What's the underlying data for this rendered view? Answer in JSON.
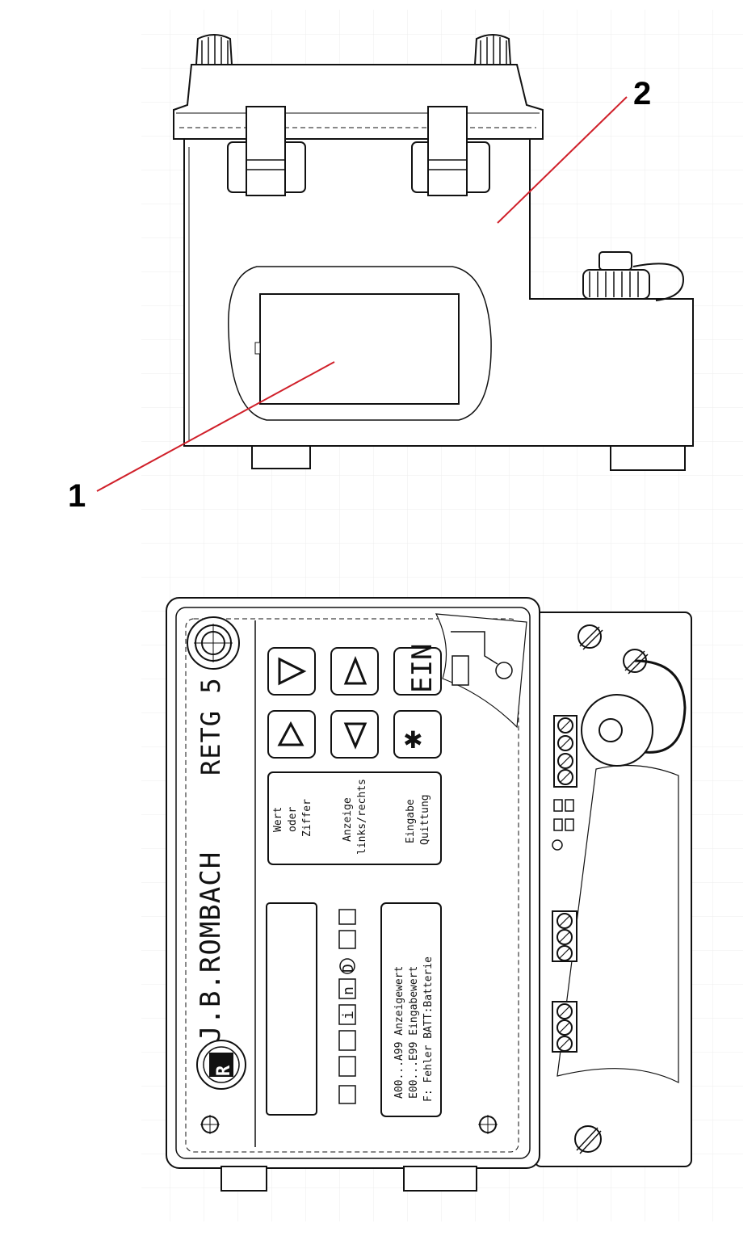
{
  "callouts": {
    "one": "1",
    "two": "2"
  },
  "device": {
    "brand": "J.B.ROMBACH",
    "model": "RETG 5",
    "logo_letter": "R"
  },
  "keypad": {
    "key_ein": "EIN",
    "key_star": "✱",
    "label_wert": "Wert",
    "label_oder": "oder",
    "label_ziffer": "Ziffer",
    "label_anzeige": "Anzeige",
    "label_links_rechts": "links/rechts",
    "label_eingabe": "Eingabe",
    "label_quittung": "Quittung"
  },
  "status_icons": {
    "i": "i",
    "n": "n",
    "D": "D"
  },
  "legend": {
    "line1": "A00...A99 Anzeigewert",
    "line2": "E00...E99 Eingabewert",
    "line3": "F: Fehler  BATT:Batterie"
  },
  "colors": {
    "leader_line": "#d0202a",
    "ink": "#111111",
    "grid": "#e6e6e6"
  }
}
